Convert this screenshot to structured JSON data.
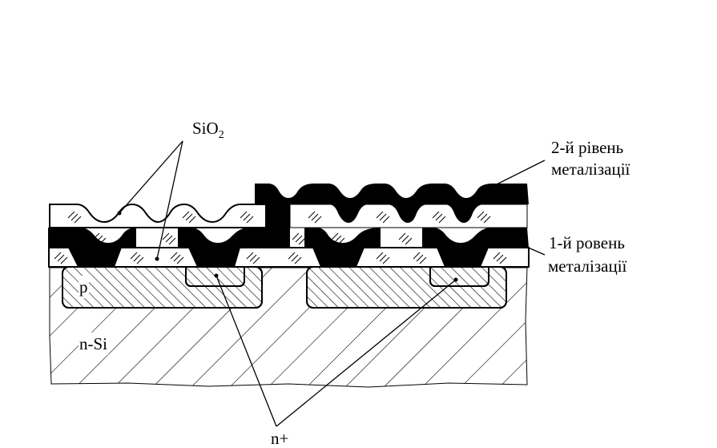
{
  "labels": {
    "sio2_main": "SiO",
    "sio2_sub": "2",
    "metal2_line1": "2-й рівень",
    "metal2_line2": "металізації",
    "metal1_line1": "1-й ровень",
    "metal1_line2": "металізації",
    "p_region": "p",
    "substrate": "n-Si",
    "n_plus": "n+"
  }
}
